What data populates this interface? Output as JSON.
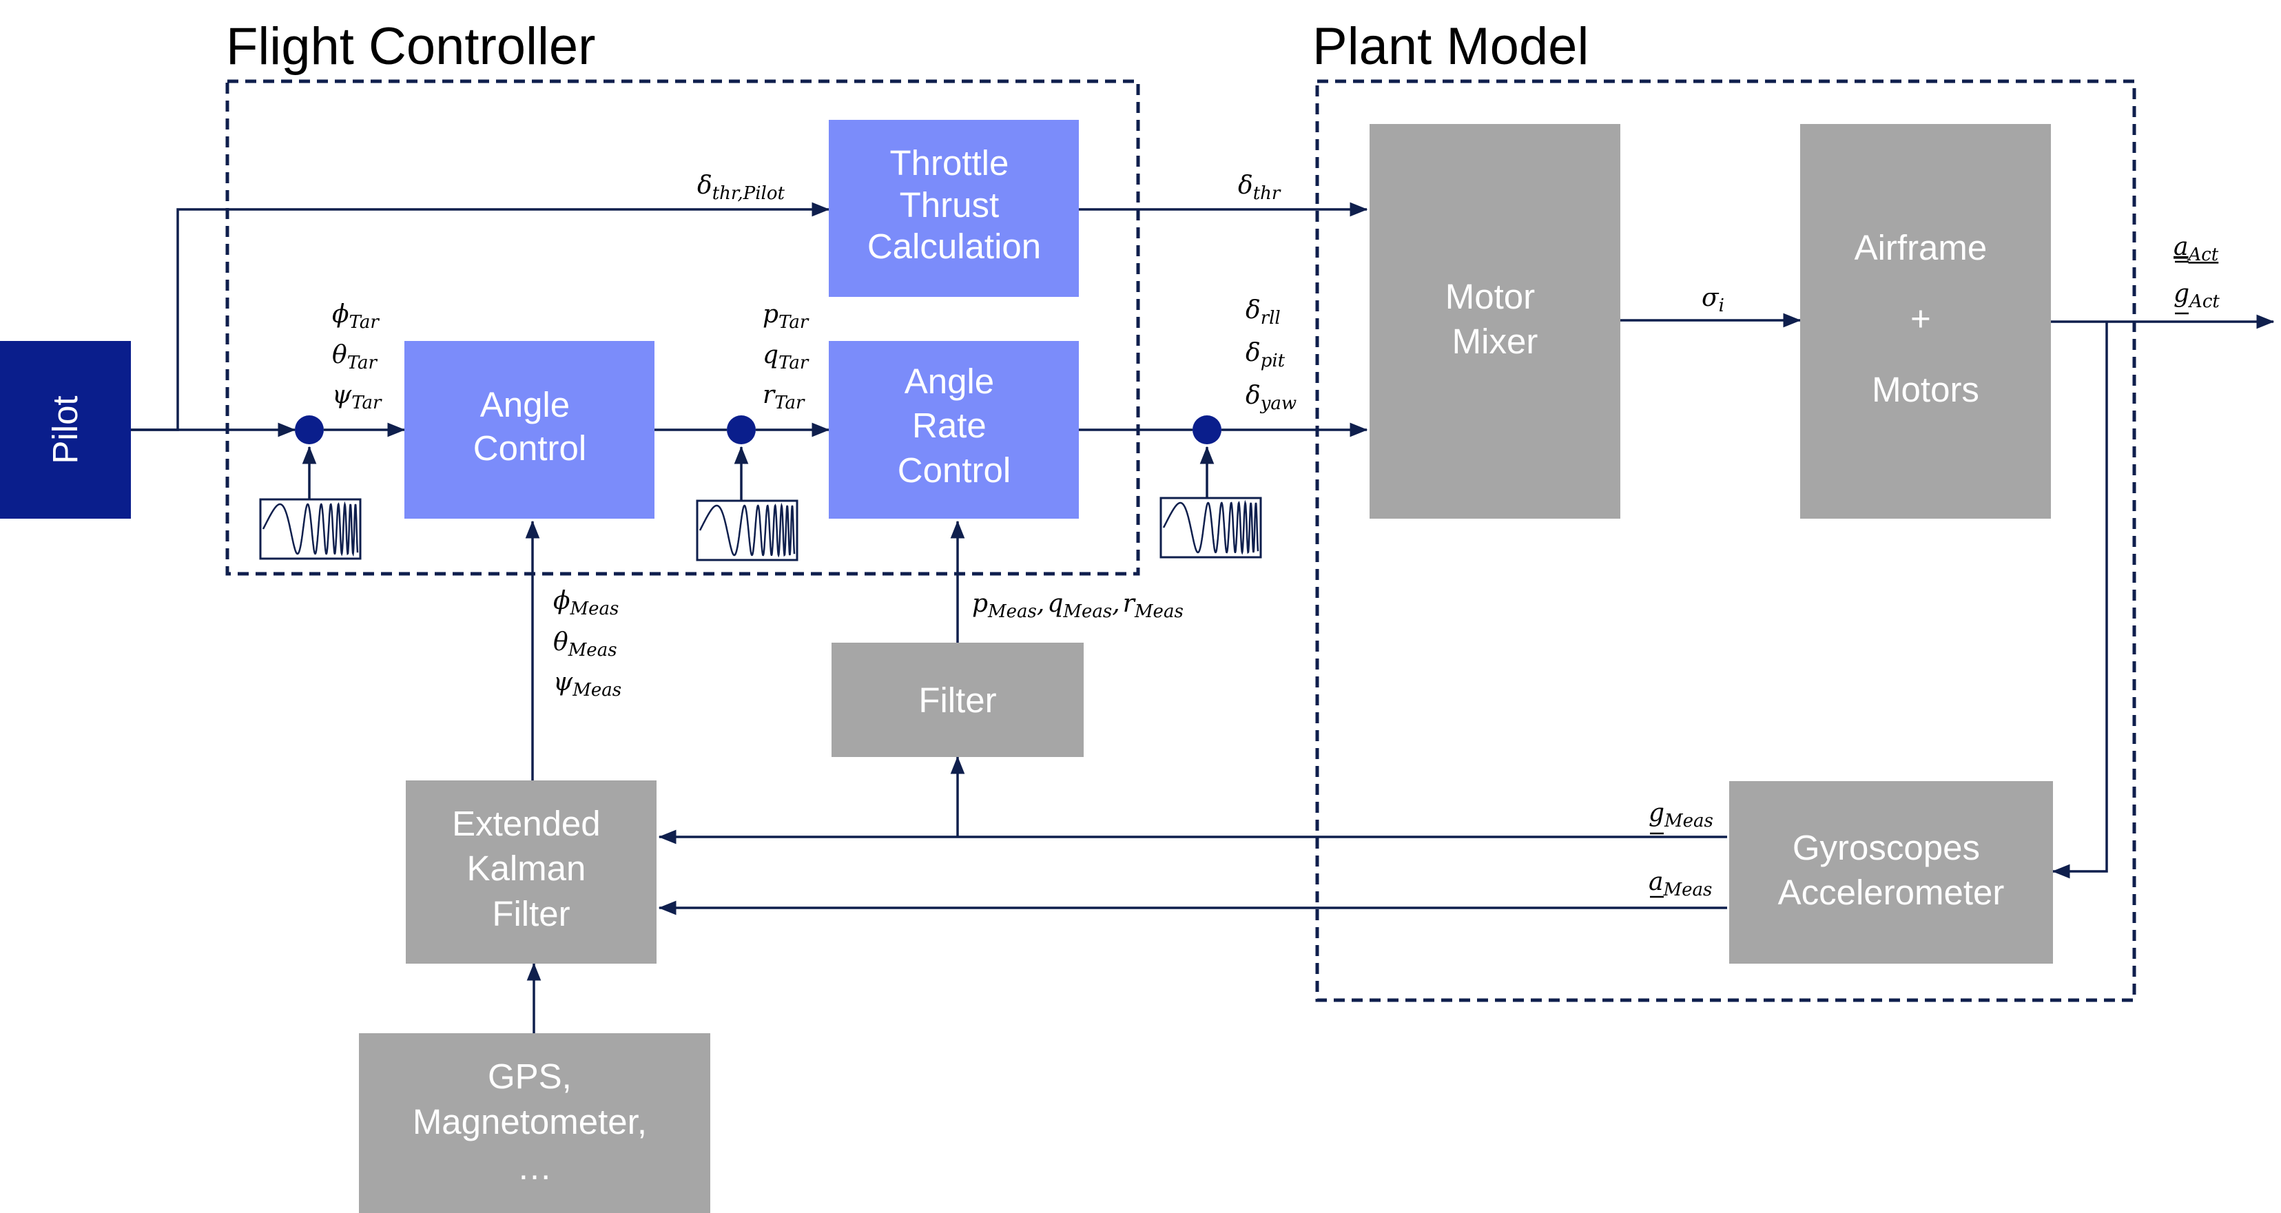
{
  "groups": {
    "flight_controller": "Flight Controller",
    "plant_model": "Plant Model"
  },
  "blocks": {
    "pilot": "Pilot",
    "throttle": [
      "Throttle",
      "Thrust",
      "Calculation"
    ],
    "angle_control": [
      "Angle",
      "Control"
    ],
    "angle_rate_control": [
      "Angle",
      "Rate",
      "Control"
    ],
    "filter": "Filter",
    "ekf": [
      "Extended",
      "Kalman",
      "Filter"
    ],
    "gps": [
      "GPS,",
      "Magnetometer,",
      "…"
    ],
    "motor_mixer": [
      "Motor",
      "Mixer"
    ],
    "airframe": [
      "Airframe",
      "+",
      "Motors"
    ],
    "sensors": [
      "Gyroscopes",
      "Accelerometer"
    ]
  },
  "signals": {
    "thr_pilot": {
      "base": "δ",
      "sub": "thr,Pilot"
    },
    "thr": {
      "base": "δ",
      "sub": "thr"
    },
    "phi_tar": {
      "base": "ϕ",
      "sub": "Tar"
    },
    "theta_tar": {
      "base": "θ",
      "sub": "Tar"
    },
    "psi_tar": {
      "base": "ψ",
      "sub": "Tar"
    },
    "p_tar": {
      "base": "p",
      "sub": "Tar"
    },
    "q_tar": {
      "base": "q",
      "sub": "Tar"
    },
    "r_tar": {
      "base": "r",
      "sub": "Tar"
    },
    "rll": {
      "base": "δ",
      "sub": "rll"
    },
    "pit": {
      "base": "δ",
      "sub": "pit"
    },
    "yaw": {
      "base": "δ",
      "sub": "yaw"
    },
    "sigma": {
      "base": "σ",
      "sub": "i"
    },
    "a_act": {
      "base": "a",
      "sub": "Act"
    },
    "g_act": {
      "base": "g",
      "sub": "Act"
    },
    "phi_meas": {
      "base": "ϕ",
      "sub": "Meas"
    },
    "theta_meas": {
      "base": "θ",
      "sub": "Meas"
    },
    "psi_meas": {
      "base": "ψ",
      "sub": "Meas"
    },
    "pqr_meas": {
      "p": "p",
      "q": "q",
      "r": "r",
      "sub": "Meas",
      "sep": ","
    },
    "g_meas": {
      "base": "g",
      "sub": "Meas"
    },
    "a_meas": {
      "base": "a",
      "sub": "Meas"
    }
  },
  "colors": {
    "pilot": "#0a1e8c",
    "controller_block": "#7b8cfa",
    "plant_block": "#a6a6a6",
    "line": "#0f1f4d",
    "junction": "#0a1e8c"
  },
  "icons": {
    "junction": "summing-junction-icon",
    "excitation": "chirp-signal-icon"
  }
}
